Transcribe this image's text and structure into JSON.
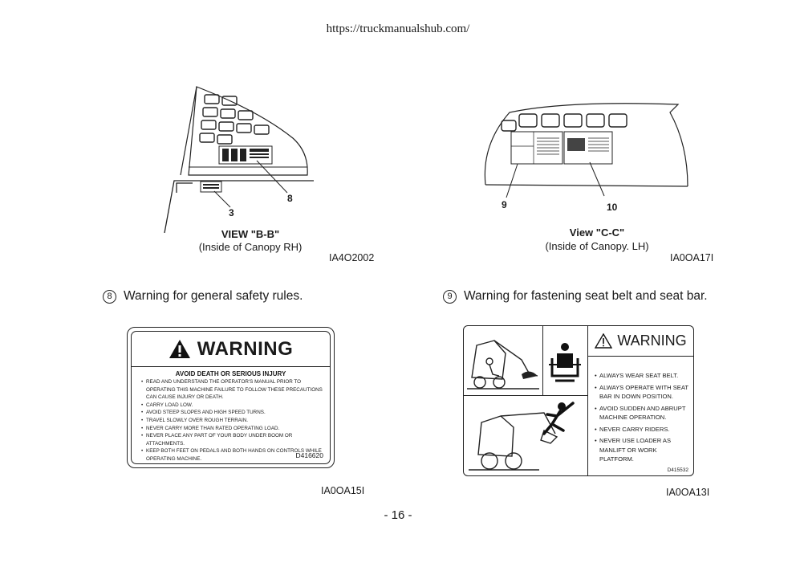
{
  "header": {
    "url": "https://truckmanualshub.com/"
  },
  "figure_left": {
    "callouts": [
      "8",
      "3"
    ],
    "view_title": "VIEW  \"B-B\"",
    "view_subtitle": "(Inside of Canopy RH)",
    "code": "IA4O2002"
  },
  "figure_right": {
    "callouts": [
      "9",
      "10"
    ],
    "view_title": "View \"C-C\"",
    "view_subtitle": "(Inside of Canopy. LH)",
    "code": "IA0OA17I"
  },
  "section8": {
    "number": "8",
    "title": "Warning for general safety rules.",
    "label": {
      "heading": "WARNING",
      "subheading": "AVOID DEATH OR SERIOUS INJURY",
      "items": [
        "READ AND UNDERSTAND THE OPERATOR'S MANUAL PRIOR TO OPERATING THIS MACHINE FAILURE TO FOLLOW THESE PRECAUTIONS CAN CAUSE INJURY OR DEATH.",
        "CARRY LOAD LOW.",
        "AVOID STEEP SLOPES AND HIGH SPEED TURNS.",
        "TRAVEL SLOWLY OVER ROUGH TERRAIN.",
        "NEVER CARRY MORE THAN RATED OPERATING LOAD.",
        "NEVER PLACE ANY PART OF YOUR BODY UNDER BOOM OR ATTACHMENTS.",
        "KEEP BOTH FEET ON PEDALS AND BOTH HANDS ON CONTROLS WHILE OPERATING MACHINE."
      ],
      "part_no": "D416620"
    },
    "code": "IA0OA15I"
  },
  "section9": {
    "number": "9",
    "title": "Warning for fastening seat belt and seat bar.",
    "label": {
      "heading": "WARNING",
      "items": [
        "ALWAYS WEAR SEAT BELT.",
        "ALWAYS OPERATE WITH SEAT BAR IN DOWN POSITION.",
        "AVOID SUDDEN AND ABRUPT MACHINE OPERATION.",
        "NEVER CARRY RIDERS.",
        "NEVER USE LOADER AS MANLIFT OR WORK PLATFORM."
      ],
      "part_no": "D415532"
    },
    "code": "IA0OA13I"
  },
  "footer": {
    "page": "- 16 -"
  }
}
